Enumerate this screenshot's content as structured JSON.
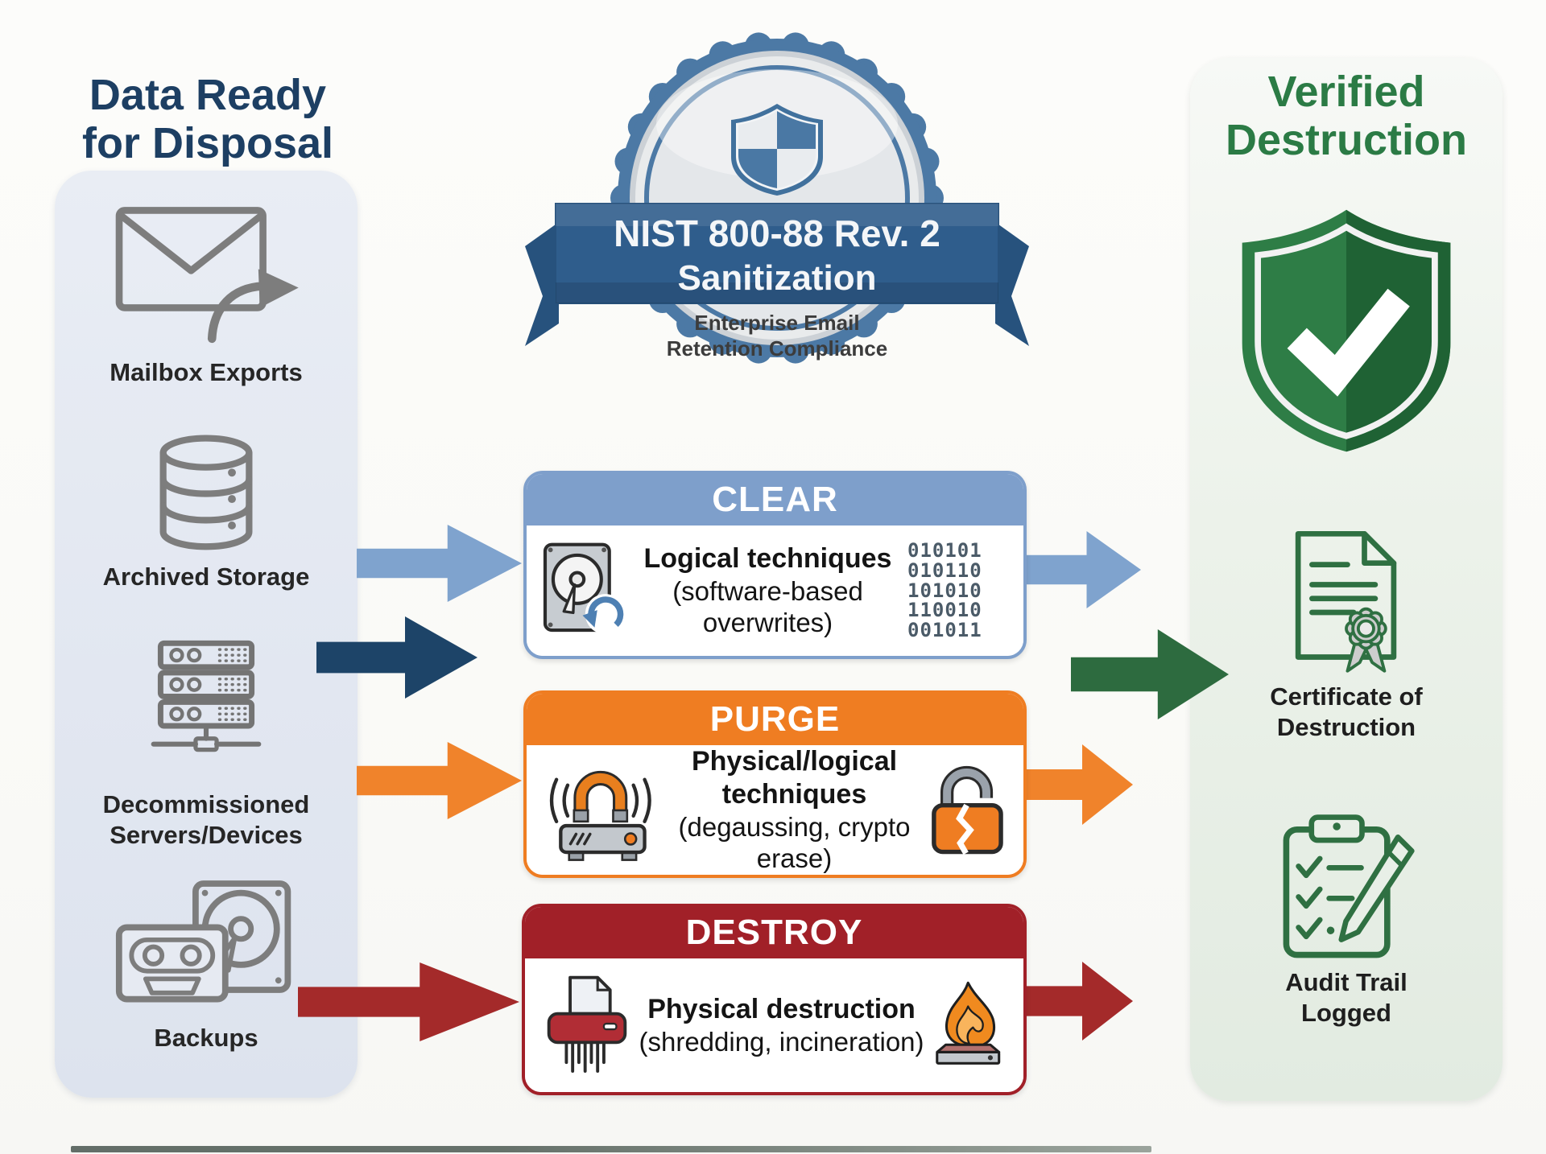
{
  "page": {
    "background": "#fafaf7"
  },
  "left": {
    "title1": "Data Ready",
    "title2": "for Disposal",
    "title_color": "#1d3f63",
    "panel_color": "#e4e9f2",
    "items": [
      {
        "icon": "envelope-share-icon",
        "line1": "Mailbox Exports"
      },
      {
        "icon": "database-icon",
        "line1": "Archived Storage"
      },
      {
        "icon": "server-rack-icon",
        "line1": "Decommissioned",
        "line2": "Servers/Devices"
      },
      {
        "icon": "backup-tape-drive-icon",
        "line1": "Backups"
      }
    ]
  },
  "badge": {
    "icon": "checkered-shield-icon",
    "ribbon1": "NIST 800-88 Rev. 2",
    "ribbon2": "Sanitization",
    "sub1": "Enterprise Email",
    "sub2": "Retention Compliance",
    "ribbon_color": "#2f5d8c",
    "rim_color": "#4c79a5",
    "face_color": "#e6e8ea"
  },
  "methods": [
    {
      "name": "CLEAR",
      "color": "#7e9fcb",
      "icon": "hard-drive-overwrite-icon",
      "line1": "Logical techniques",
      "line2": "(software-based overwrites)",
      "binary": [
        "010101",
        "010110",
        "101010",
        "110010",
        "001011"
      ]
    },
    {
      "name": "PURGE",
      "color": "#ef7d22",
      "icon": "degausser-magnet-icon",
      "right_icon": "broken-lock-icon",
      "line1": "Physical/logical techniques",
      "line2": "(degaussing, crypto erase)"
    },
    {
      "name": "DESTROY",
      "color": "#a12028",
      "icon": "shredder-icon",
      "right_icon": "burning-drive-icon",
      "line1": "Physical destruction",
      "line2": "(shredding, incineration)"
    }
  ],
  "arrows": {
    "left_clear": "#7fa3ce",
    "left_flow": "#1d4468",
    "left_purge": "#f0832b",
    "left_destroy": "#a42a2a",
    "right_clear": "#7fa3ce",
    "right_verified": "#2d6b3f",
    "right_purge": "#f0832b",
    "right_destroy": "#a42a2a"
  },
  "right": {
    "title1": "Verified",
    "title2": "Destruction",
    "title_color": "#2b7b45",
    "panel_color": "#e3ece2",
    "shield_icon": "verified-shield-check-icon",
    "items": [
      {
        "icon": "certificate-icon",
        "line1": "Certificate of",
        "line2": "Destruction"
      },
      {
        "icon": "audit-clipboard-icon",
        "line1": "Audit Trail",
        "line2": "Logged"
      }
    ]
  }
}
